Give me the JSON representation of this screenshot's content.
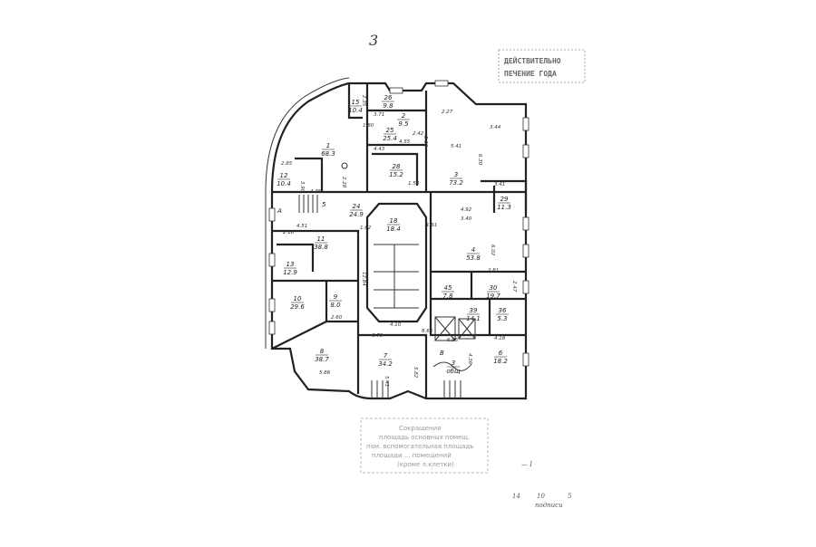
{
  "sheet": {
    "page_number": "3",
    "stamp_top": [
      "ДЕЙСТВИТЕЛЬНО",
      "ПЕЧЕНИЕ ГОДА"
    ],
    "stamp_bottom": [
      "Сокращения",
      "площадь основных помещ.",
      "пом. вспомогательная площадь",
      "площади ... помещений",
      "(кроме л.клетки)"
    ],
    "footer_mark": "— I",
    "footer_counts": [
      "14",
      "10",
      "5"
    ],
    "footer_label": "подписи"
  },
  "rooms": [
    {
      "num": "15",
      "area": "10.4"
    },
    {
      "num": "26",
      "area": "9.8"
    },
    {
      "num": "2",
      "area": "9.5"
    },
    {
      "num": "25",
      "area": "25.4"
    },
    {
      "num": "1",
      "area": "68.3"
    },
    {
      "num": "28",
      "area": "15.2"
    },
    {
      "num": "3",
      "area": "73.2"
    },
    {
      "num": "12",
      "area": "10.4"
    },
    {
      "num": "29",
      "area": "11.3"
    },
    {
      "num": "24",
      "area": "24.9"
    },
    {
      "num": "18",
      "area": "18.4"
    },
    {
      "num": "11",
      "area": "38.8"
    },
    {
      "num": "4",
      "area": "53.8"
    },
    {
      "num": "13",
      "area": "12.9"
    },
    {
      "num": "10",
      "area": "29.6"
    },
    {
      "num": "9",
      "area": "8.0"
    },
    {
      "num": "45",
      "area": "7.8"
    },
    {
      "num": "30",
      "area": "19.7"
    },
    {
      "num": "39",
      "area": "14.1"
    },
    {
      "num": "36",
      "area": "5.3"
    },
    {
      "num": "8",
      "area": "38.7"
    },
    {
      "num": "7",
      "area": "34.2"
    },
    {
      "num": "6",
      "area": "18.2"
    },
    {
      "num": "3",
      "area": "общ"
    }
  ],
  "labels": {
    "stair_a": "А",
    "stair_b": "В",
    "stair_5": "5"
  },
  "dimensions": [
    "2.35",
    "1.80",
    "3.71",
    "2.42",
    "4.55",
    "4.43",
    "2.28",
    "1.58",
    "5.12",
    "2.27",
    "3.44",
    "5.41",
    "6.30",
    "3.41",
    "4.92",
    "3.40",
    "6.02",
    "2.81",
    "2.47",
    "2.85",
    "3.90",
    "4.75",
    "4.51",
    "2.18",
    "1.62",
    "1.61",
    "12.84",
    "4.10",
    "8.66",
    "6.79",
    "5.86",
    "2.60",
    "5.41",
    "5.82",
    "4.36",
    "6.95",
    "4.18"
  ]
}
